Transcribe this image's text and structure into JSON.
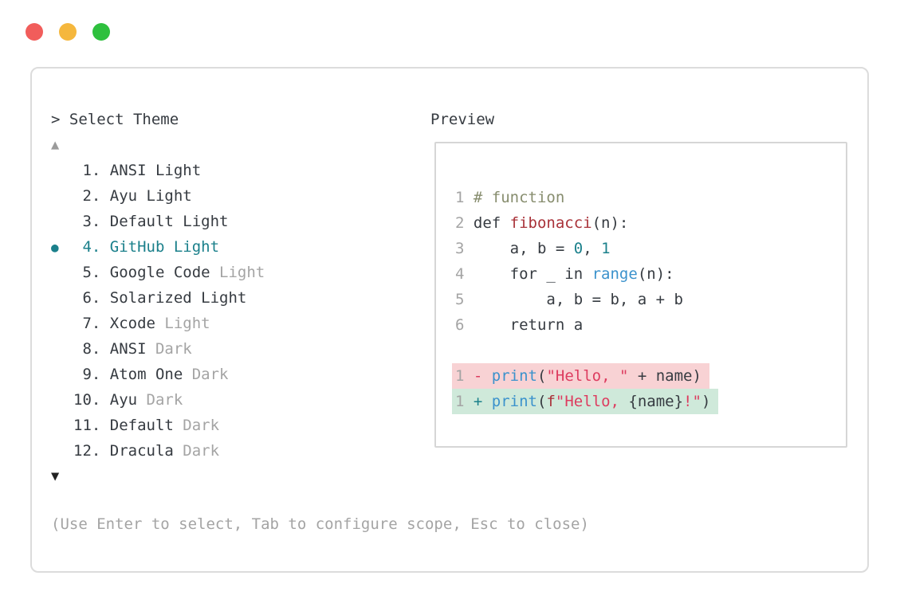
{
  "window": {
    "traffic_lights": [
      {
        "name": "close-button",
        "color": "#f15d5b"
      },
      {
        "name": "minimize-button",
        "color": "#f5b73d"
      },
      {
        "name": "zoom-button",
        "color": "#2ec03e"
      }
    ]
  },
  "theme_picker": {
    "prompt": "> Select Theme",
    "scroll_up_icon": "▲",
    "scroll_down_icon": "▼",
    "selected_bullet": "●",
    "items": [
      {
        "num": "1",
        "name": "ANSI Light",
        "variant": "",
        "selected": false
      },
      {
        "num": "2",
        "name": "Ayu Light",
        "variant": "",
        "selected": false
      },
      {
        "num": "3",
        "name": "Default Light",
        "variant": "",
        "selected": false
      },
      {
        "num": "4",
        "name": "GitHub Light",
        "variant": "",
        "selected": true
      },
      {
        "num": "5",
        "name": "Google Code",
        "variant": "Light",
        "selected": false
      },
      {
        "num": "6",
        "name": "Solarized Light",
        "variant": "",
        "selected": false
      },
      {
        "num": "7",
        "name": "Xcode",
        "variant": "Light",
        "selected": false
      },
      {
        "num": "8",
        "name": "ANSI",
        "variant": "Dark",
        "selected": false
      },
      {
        "num": "9",
        "name": "Atom One",
        "variant": "Dark",
        "selected": false
      },
      {
        "num": "10",
        "name": "Ayu",
        "variant": "Dark",
        "selected": false
      },
      {
        "num": "11",
        "name": "Default",
        "variant": "Dark",
        "selected": false
      },
      {
        "num": "12",
        "name": "Dracula",
        "variant": "Dark",
        "selected": false
      }
    ],
    "footer_hint": "(Use Enter to select, Tab to configure scope, Esc to close)"
  },
  "preview": {
    "title": "Preview",
    "code_lines": [
      {
        "num": "1",
        "diff": "",
        "tokens": [
          {
            "t": "# function",
            "c": "comment"
          }
        ]
      },
      {
        "num": "2",
        "diff": "",
        "tokens": [
          {
            "t": "def ",
            "c": "dark"
          },
          {
            "t": "fibonacci",
            "c": "func"
          },
          {
            "t": "(n):",
            "c": "dark"
          }
        ]
      },
      {
        "num": "3",
        "diff": "",
        "tokens": [
          {
            "t": "    a, b = ",
            "c": "dark"
          },
          {
            "t": "0",
            "c": "num"
          },
          {
            "t": ", ",
            "c": "dark"
          },
          {
            "t": "1",
            "c": "num"
          }
        ]
      },
      {
        "num": "4",
        "diff": "",
        "tokens": [
          {
            "t": "    for _ in ",
            "c": "dark"
          },
          {
            "t": "range",
            "c": "builtin"
          },
          {
            "t": "(n):",
            "c": "dark"
          }
        ]
      },
      {
        "num": "5",
        "diff": "",
        "tokens": [
          {
            "t": "        a, b = b, a + b",
            "c": "dark"
          }
        ]
      },
      {
        "num": "6",
        "diff": "",
        "tokens": [
          {
            "t": "    return a",
            "c": "dark"
          }
        ]
      },
      {
        "num": "",
        "diff": "",
        "tokens": []
      },
      {
        "num": "1",
        "diff": "removed",
        "tokens": [
          {
            "t": "- ",
            "c": "str"
          },
          {
            "t": "print",
            "c": "builtin"
          },
          {
            "t": "(",
            "c": "dark"
          },
          {
            "t": "\"Hello, \"",
            "c": "str"
          },
          {
            "t": " + name)",
            "c": "dark"
          }
        ]
      },
      {
        "num": "1",
        "diff": "added",
        "tokens": [
          {
            "t": "+ ",
            "c": "add"
          },
          {
            "t": "print",
            "c": "builtin"
          },
          {
            "t": "(",
            "c": "dark"
          },
          {
            "t": "f",
            "c": "func"
          },
          {
            "t": "\"Hello, ",
            "c": "str"
          },
          {
            "t": "{name}",
            "c": "dark"
          },
          {
            "t": "!\"",
            "c": "str"
          },
          {
            "t": ")",
            "c": "dark"
          }
        ]
      }
    ]
  },
  "colors": {
    "dark_text": "#363b41",
    "gray_text": "#a4a4a4",
    "gray_arrow": "#9b9b9b",
    "teal_accent": "#1b808b",
    "func_red": "#a93239",
    "string_pink": "#dd3c5f",
    "builtin_blue": "#3b92cc",
    "comment_olive": "#878d6e",
    "diff_removed_bg": "#f8d2d4",
    "diff_added_bg": "#cfe9da"
  }
}
